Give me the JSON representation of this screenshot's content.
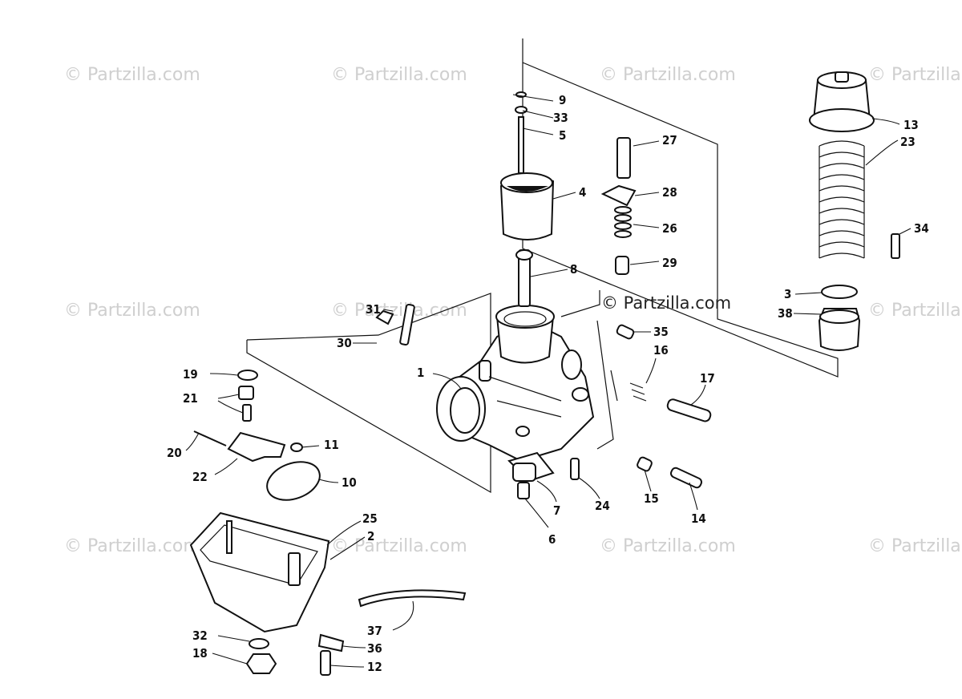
{
  "watermarks": [
    "© Partzilla.com"
  ],
  "main_watermark": "© Partzilla.com",
  "callouts": [
    {
      "id": "c1",
      "label": "1"
    },
    {
      "id": "c2",
      "label": "2"
    },
    {
      "id": "c3",
      "label": "3"
    },
    {
      "id": "c4",
      "label": "4"
    },
    {
      "id": "c5",
      "label": "5"
    },
    {
      "id": "c6",
      "label": "6"
    },
    {
      "id": "c7",
      "label": "7"
    },
    {
      "id": "c8",
      "label": "8"
    },
    {
      "id": "c9",
      "label": "9"
    },
    {
      "id": "c10",
      "label": "10"
    },
    {
      "id": "c11",
      "label": "11"
    },
    {
      "id": "c12",
      "label": "12"
    },
    {
      "id": "c13",
      "label": "13"
    },
    {
      "id": "c14",
      "label": "14"
    },
    {
      "id": "c15",
      "label": "15"
    },
    {
      "id": "c16",
      "label": "16"
    },
    {
      "id": "c17",
      "label": "17"
    },
    {
      "id": "c18",
      "label": "18"
    },
    {
      "id": "c19",
      "label": "19"
    },
    {
      "id": "c20",
      "label": "20"
    },
    {
      "id": "c21",
      "label": "21"
    },
    {
      "id": "c22",
      "label": "22"
    },
    {
      "id": "c23",
      "label": "23"
    },
    {
      "id": "c24",
      "label": "24"
    },
    {
      "id": "c25",
      "label": "25"
    },
    {
      "id": "c26",
      "label": "26"
    },
    {
      "id": "c27",
      "label": "27"
    },
    {
      "id": "c28",
      "label": "28"
    },
    {
      "id": "c29",
      "label": "29"
    },
    {
      "id": "c30",
      "label": "30"
    },
    {
      "id": "c31",
      "label": "31"
    },
    {
      "id": "c32",
      "label": "32"
    },
    {
      "id": "c33",
      "label": "33"
    },
    {
      "id": "c34",
      "label": "34"
    },
    {
      "id": "c35",
      "label": "35"
    },
    {
      "id": "c36",
      "label": "36"
    },
    {
      "id": "c37",
      "label": "37"
    },
    {
      "id": "c38",
      "label": "38"
    }
  ]
}
